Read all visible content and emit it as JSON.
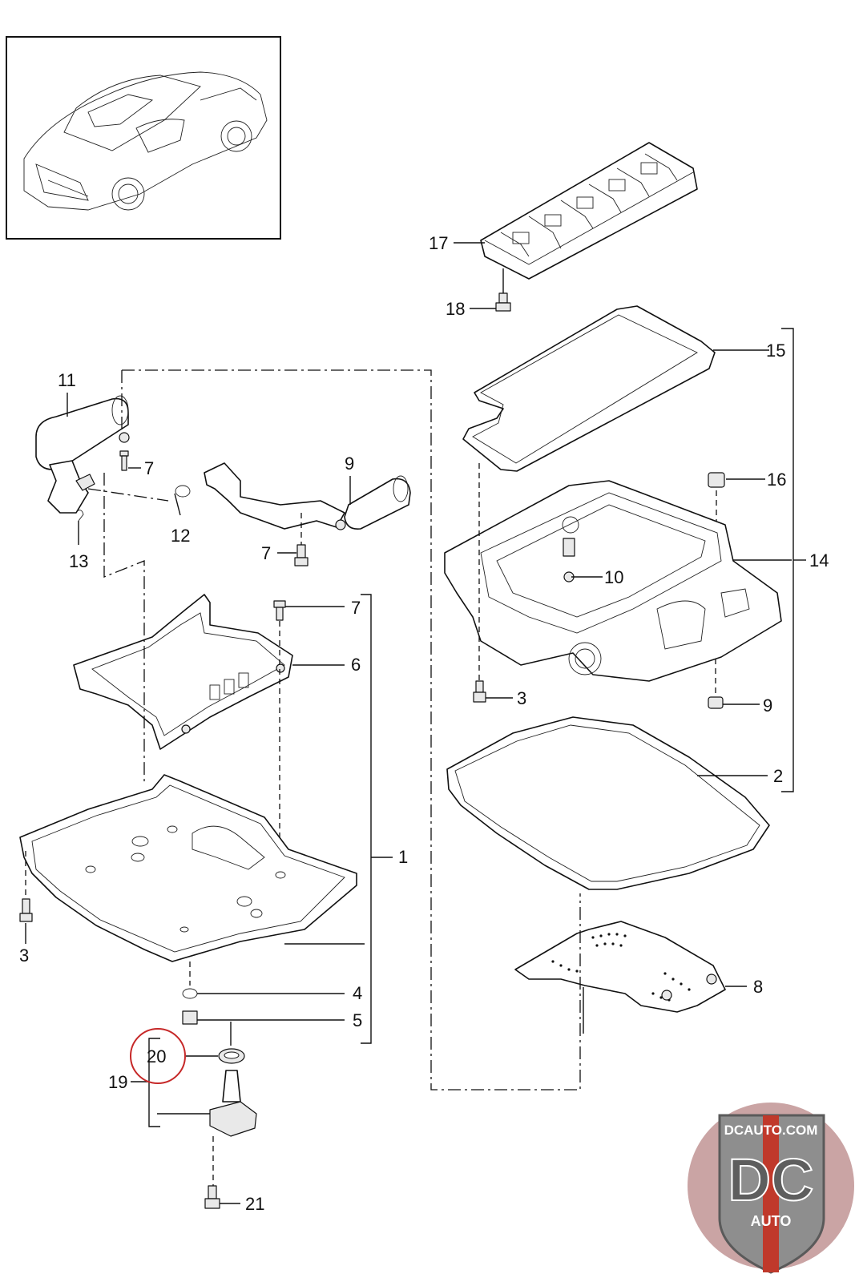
{
  "callouts": [
    {
      "n": "1"
    },
    {
      "n": "2"
    },
    {
      "n": "3"
    },
    {
      "n": "3"
    },
    {
      "n": "4"
    },
    {
      "n": "5"
    },
    {
      "n": "6"
    },
    {
      "n": "7"
    },
    {
      "n": "7"
    },
    {
      "n": "7"
    },
    {
      "n": "8"
    },
    {
      "n": "9"
    },
    {
      "n": "9"
    },
    {
      "n": "10"
    },
    {
      "n": "11"
    },
    {
      "n": "12"
    },
    {
      "n": "13"
    },
    {
      "n": "14"
    },
    {
      "n": "15"
    },
    {
      "n": "16"
    },
    {
      "n": "17"
    },
    {
      "n": "18"
    },
    {
      "n": "19"
    },
    {
      "n": "20"
    },
    {
      "n": "21"
    }
  ],
  "highlighted_callout": "20",
  "watermark": {
    "site": "DCAUTO.COM",
    "mark": "DC",
    "sub": "AUTO"
  },
  "colors": {
    "line": "#111111",
    "highlight": "#c62828",
    "logo_bg": "#c49a9a",
    "logo_badge": "#8e8e8e",
    "logo_red": "#c0392b"
  }
}
